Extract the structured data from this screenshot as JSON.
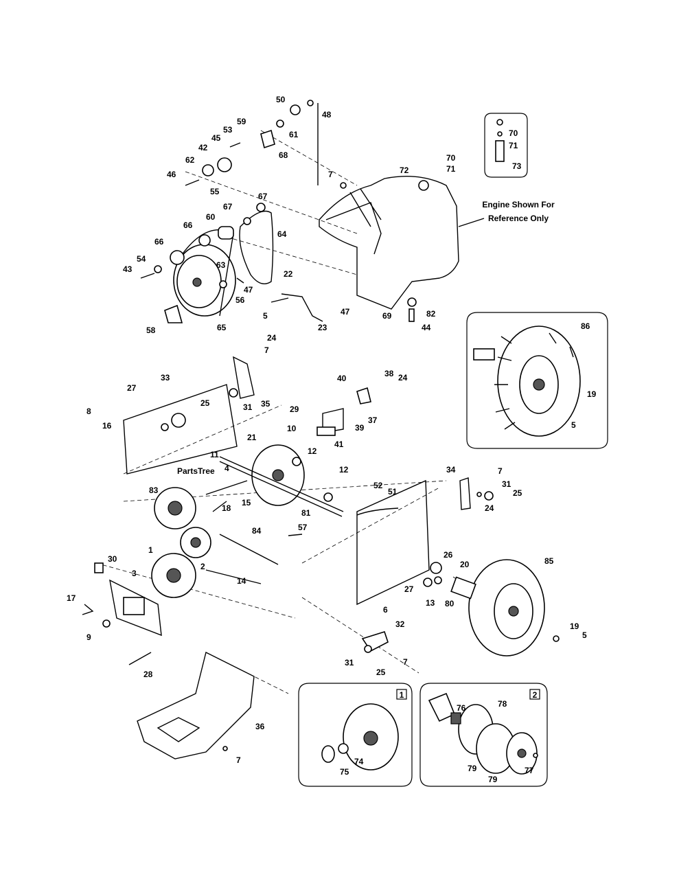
{
  "watermark": "PartsTree",
  "engine_note": [
    "Engine Shown For",
    "Reference Only"
  ],
  "inset_labels": [
    "1",
    "2"
  ],
  "callouts": [
    "50",
    "48",
    "59",
    "53",
    "61",
    "45",
    "42",
    "68",
    "62",
    "46",
    "55",
    "70",
    "71",
    "73",
    "7",
    "72",
    "70",
    "71",
    "67",
    "67",
    "60",
    "66",
    "64",
    "66",
    "54",
    "43",
    "63",
    "22",
    "47",
    "56",
    "5",
    "69",
    "82",
    "44",
    "47",
    "58",
    "65",
    "23",
    "24",
    "7",
    "33",
    "27",
    "40",
    "38",
    "24",
    "8",
    "25",
    "31",
    "35",
    "29",
    "37",
    "16",
    "39",
    "21",
    "10",
    "41",
    "11",
    "12",
    "4",
    "83",
    "18",
    "15",
    "12",
    "81",
    "52",
    "51",
    "34",
    "7",
    "31",
    "25",
    "24",
    "84",
    "57",
    "86",
    "19",
    "5",
    "1",
    "2",
    "30",
    "3",
    "14",
    "26",
    "20",
    "85",
    "17",
    "27",
    "13",
    "80",
    "6",
    "9",
    "32",
    "31",
    "7",
    "25",
    "19",
    "5",
    "28",
    "36",
    "7",
    "76",
    "78",
    "74",
    "75",
    "79",
    "79",
    "77"
  ]
}
